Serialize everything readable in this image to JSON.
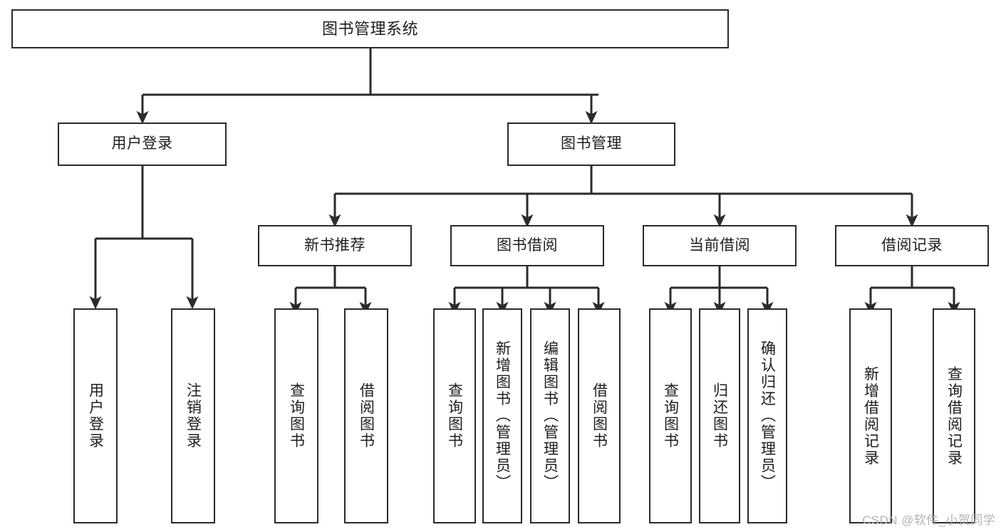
{
  "diagram": {
    "type": "tree",
    "title": "图书管理系统",
    "watermark": "CSDN @软件_小贺同学",
    "colors": {
      "box_border": "#2b2b2b",
      "box_fill": "#ffffff",
      "connector": "#2b2b2b",
      "text": "#1d1d1d",
      "watermark": "#b3b3b3"
    },
    "root": {
      "label": "图书管理系统"
    },
    "level2": [
      {
        "id": "user-login",
        "label": "用户登录"
      },
      {
        "id": "book-management",
        "label": "图书管理"
      }
    ],
    "level3": [
      {
        "id": "new-book-recommend",
        "label": "新书推荐"
      },
      {
        "id": "book-borrow",
        "label": "图书借阅"
      },
      {
        "id": "current-borrow",
        "label": "当前借阅"
      },
      {
        "id": "borrow-record",
        "label": "借阅记录"
      }
    ],
    "leaves": {
      "user_login": [
        {
          "id": "leaf-user-login",
          "label": "用户登录"
        },
        {
          "id": "leaf-logout-login",
          "label": "注销登录"
        }
      ],
      "new_book_recommend": [
        {
          "id": "leaf-query-book-1",
          "label": "查询图书"
        },
        {
          "id": "leaf-borrow-book-1",
          "label": "借阅图书"
        }
      ],
      "book_borrow": [
        {
          "id": "leaf-query-book-2",
          "label": "查询图书"
        },
        {
          "id": "leaf-add-book",
          "label": "新增图书（管理员）"
        },
        {
          "id": "leaf-edit-book",
          "label": "编辑图书（管理员）"
        },
        {
          "id": "leaf-borrow-book-2",
          "label": "借阅图书"
        }
      ],
      "current_borrow": [
        {
          "id": "leaf-query-book-3",
          "label": "查询图书"
        },
        {
          "id": "leaf-return-book",
          "label": "归还图书"
        },
        {
          "id": "leaf-confirm-return",
          "label": "确认归还（管理员）"
        }
      ],
      "borrow_record": [
        {
          "id": "leaf-add-record",
          "label": "新增借阅记录"
        },
        {
          "id": "leaf-query-record",
          "label": "查询借阅记录"
        }
      ]
    }
  }
}
